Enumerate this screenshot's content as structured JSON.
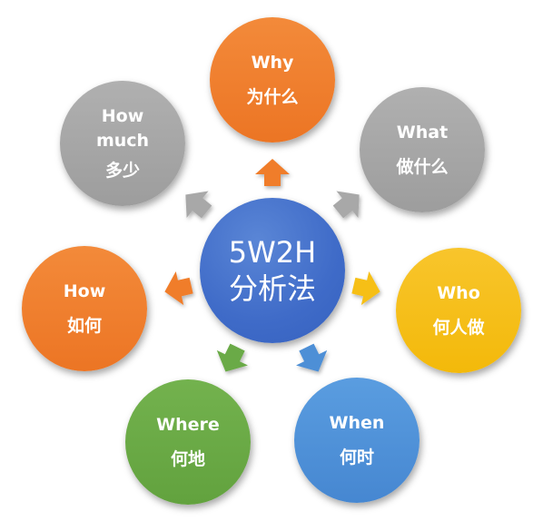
{
  "diagram": {
    "type": "radial-hub-and-spoke",
    "center": {
      "en": "5W2H",
      "zh": "分析法",
      "color": "#3f6bc8"
    },
    "nodes": [
      {
        "id": "why",
        "en": "Why",
        "zh": "为什么",
        "color": "#f07d2a",
        "position": "top"
      },
      {
        "id": "what",
        "en": "What",
        "zh": "做什么",
        "color": "#a6a6a6",
        "position": "top-right"
      },
      {
        "id": "who",
        "en": "Who",
        "zh": "何人做",
        "color": "#f6bf12",
        "position": "right"
      },
      {
        "id": "when",
        "en": "When",
        "zh": "何时",
        "color": "#4d8fd6",
        "position": "bottom-right"
      },
      {
        "id": "where",
        "en": "Where",
        "zh": "何地",
        "color": "#6aaa46",
        "position": "bottom-left"
      },
      {
        "id": "how",
        "en": "How",
        "zh": "如何",
        "color": "#f07d2a",
        "position": "left"
      },
      {
        "id": "how_much",
        "en": "How\nmuch",
        "zh": "多少",
        "color": "#a6a6a6",
        "position": "top-left"
      }
    ],
    "arrows": [
      {
        "to": "why",
        "color": "#f07d2a"
      },
      {
        "to": "what",
        "color": "#a6a6a6"
      },
      {
        "to": "who",
        "color": "#f6bf12"
      },
      {
        "to": "when",
        "color": "#4d8fd6"
      },
      {
        "to": "where",
        "color": "#6aaa46"
      },
      {
        "to": "how",
        "color": "#f07d2a"
      },
      {
        "to": "how_much",
        "color": "#a6a6a6"
      }
    ]
  }
}
